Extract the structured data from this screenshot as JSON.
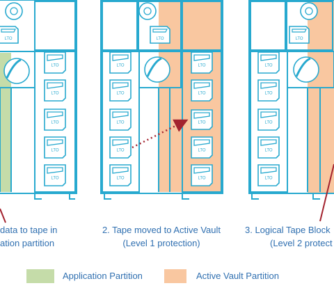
{
  "colors": {
    "outline": "#27a9cf",
    "application_partition": "#c5dca9",
    "active_vault_partition": "#f9c7a0",
    "caption_text": "#2f6fb0",
    "arrow": "#a3232f"
  },
  "cartridge_label": "LTO",
  "captions": {
    "step1_line1": "data to tape in",
    "step1_line2": "ation partition",
    "step2_line1": "2. Tape moved to Active Vault",
    "step2_line2": "(Level 1 protection)",
    "step3_line1": "3. Logical Tape Block",
    "step3_line2": "(Level 2 protect"
  },
  "legend": {
    "application": "Application Partition",
    "active_vault": "Active Vault Partition"
  }
}
